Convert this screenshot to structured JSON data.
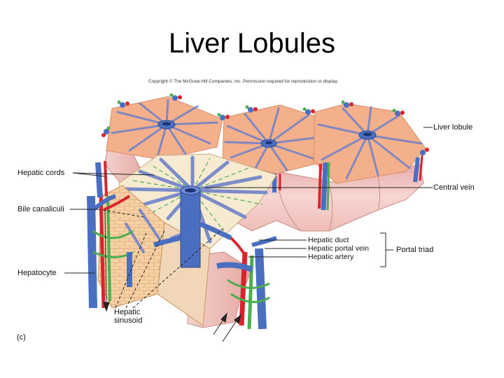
{
  "slide": {
    "title": "Liver Lobules"
  },
  "figure": {
    "copyright": "Copyright © The McGraw-Hill Companies, Inc. Permission required for reproduction or display.",
    "part_label": "(c)",
    "labels": {
      "liver_lobule": "Liver lobule",
      "hepatic_cords": "Hepatic cords",
      "central_vein": "Central vein",
      "bile_canaliculi": "Bile canaliculi",
      "hepatic_duct": "Hepatic duct",
      "hepatic_portal_vein": "Hepatic portal vein",
      "hepatic_artery": "Hepatic artery",
      "portal_triad": "Portal triad",
      "hepatocyte": "Hepatocyte",
      "hepatic_sinusoid_line1": "Hepatic",
      "hepatic_sinusoid_line2": "sinusoid"
    },
    "colors": {
      "lobule_fill": "#f4b08a",
      "cord_stripe": "#6f82c9",
      "vein_blue": "#4a6fc1",
      "artery_red": "#d8242c",
      "duct_green": "#4cae50",
      "tissue_pink": "#f2c7c3",
      "hepatocyte_tan": "#f3cfa2"
    }
  }
}
